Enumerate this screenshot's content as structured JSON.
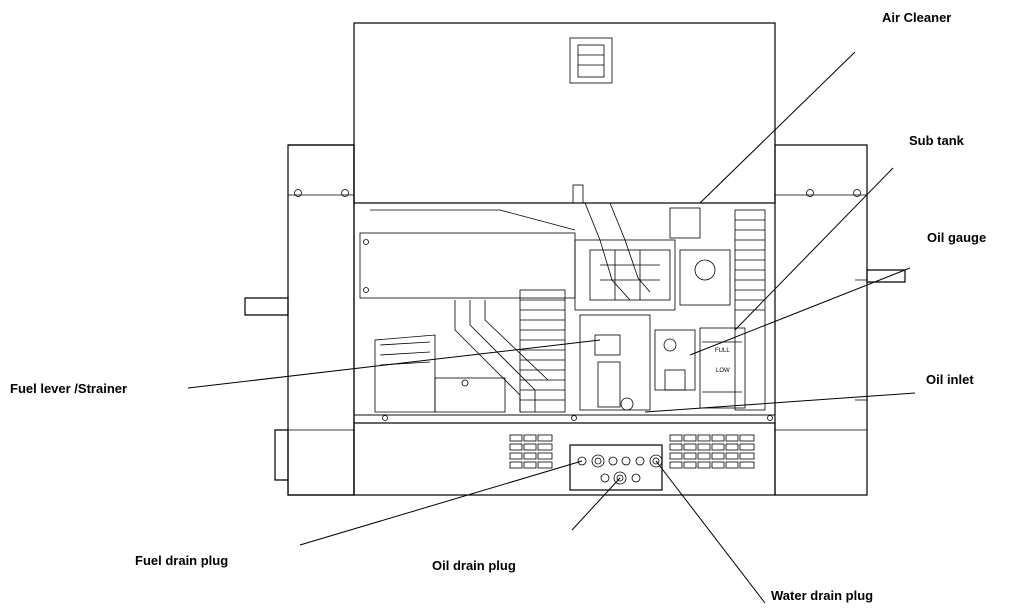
{
  "callouts": {
    "air_cleaner": "Air Cleaner",
    "sub_tank": "Sub tank",
    "oil_gauge": "Oil gauge",
    "oil_inlet": "Oil inlet",
    "fuel_lever_strainer": "Fuel lever /Strainer",
    "fuel_drain_plug": "Fuel drain plug",
    "oil_drain_plug": "Oil drain plug",
    "water_drain_plug": "Water drain plug"
  },
  "gauge_marks": {
    "full": "FULL",
    "low": "LOW"
  },
  "colors": {
    "line": "#000000",
    "background": "#ffffff"
  }
}
